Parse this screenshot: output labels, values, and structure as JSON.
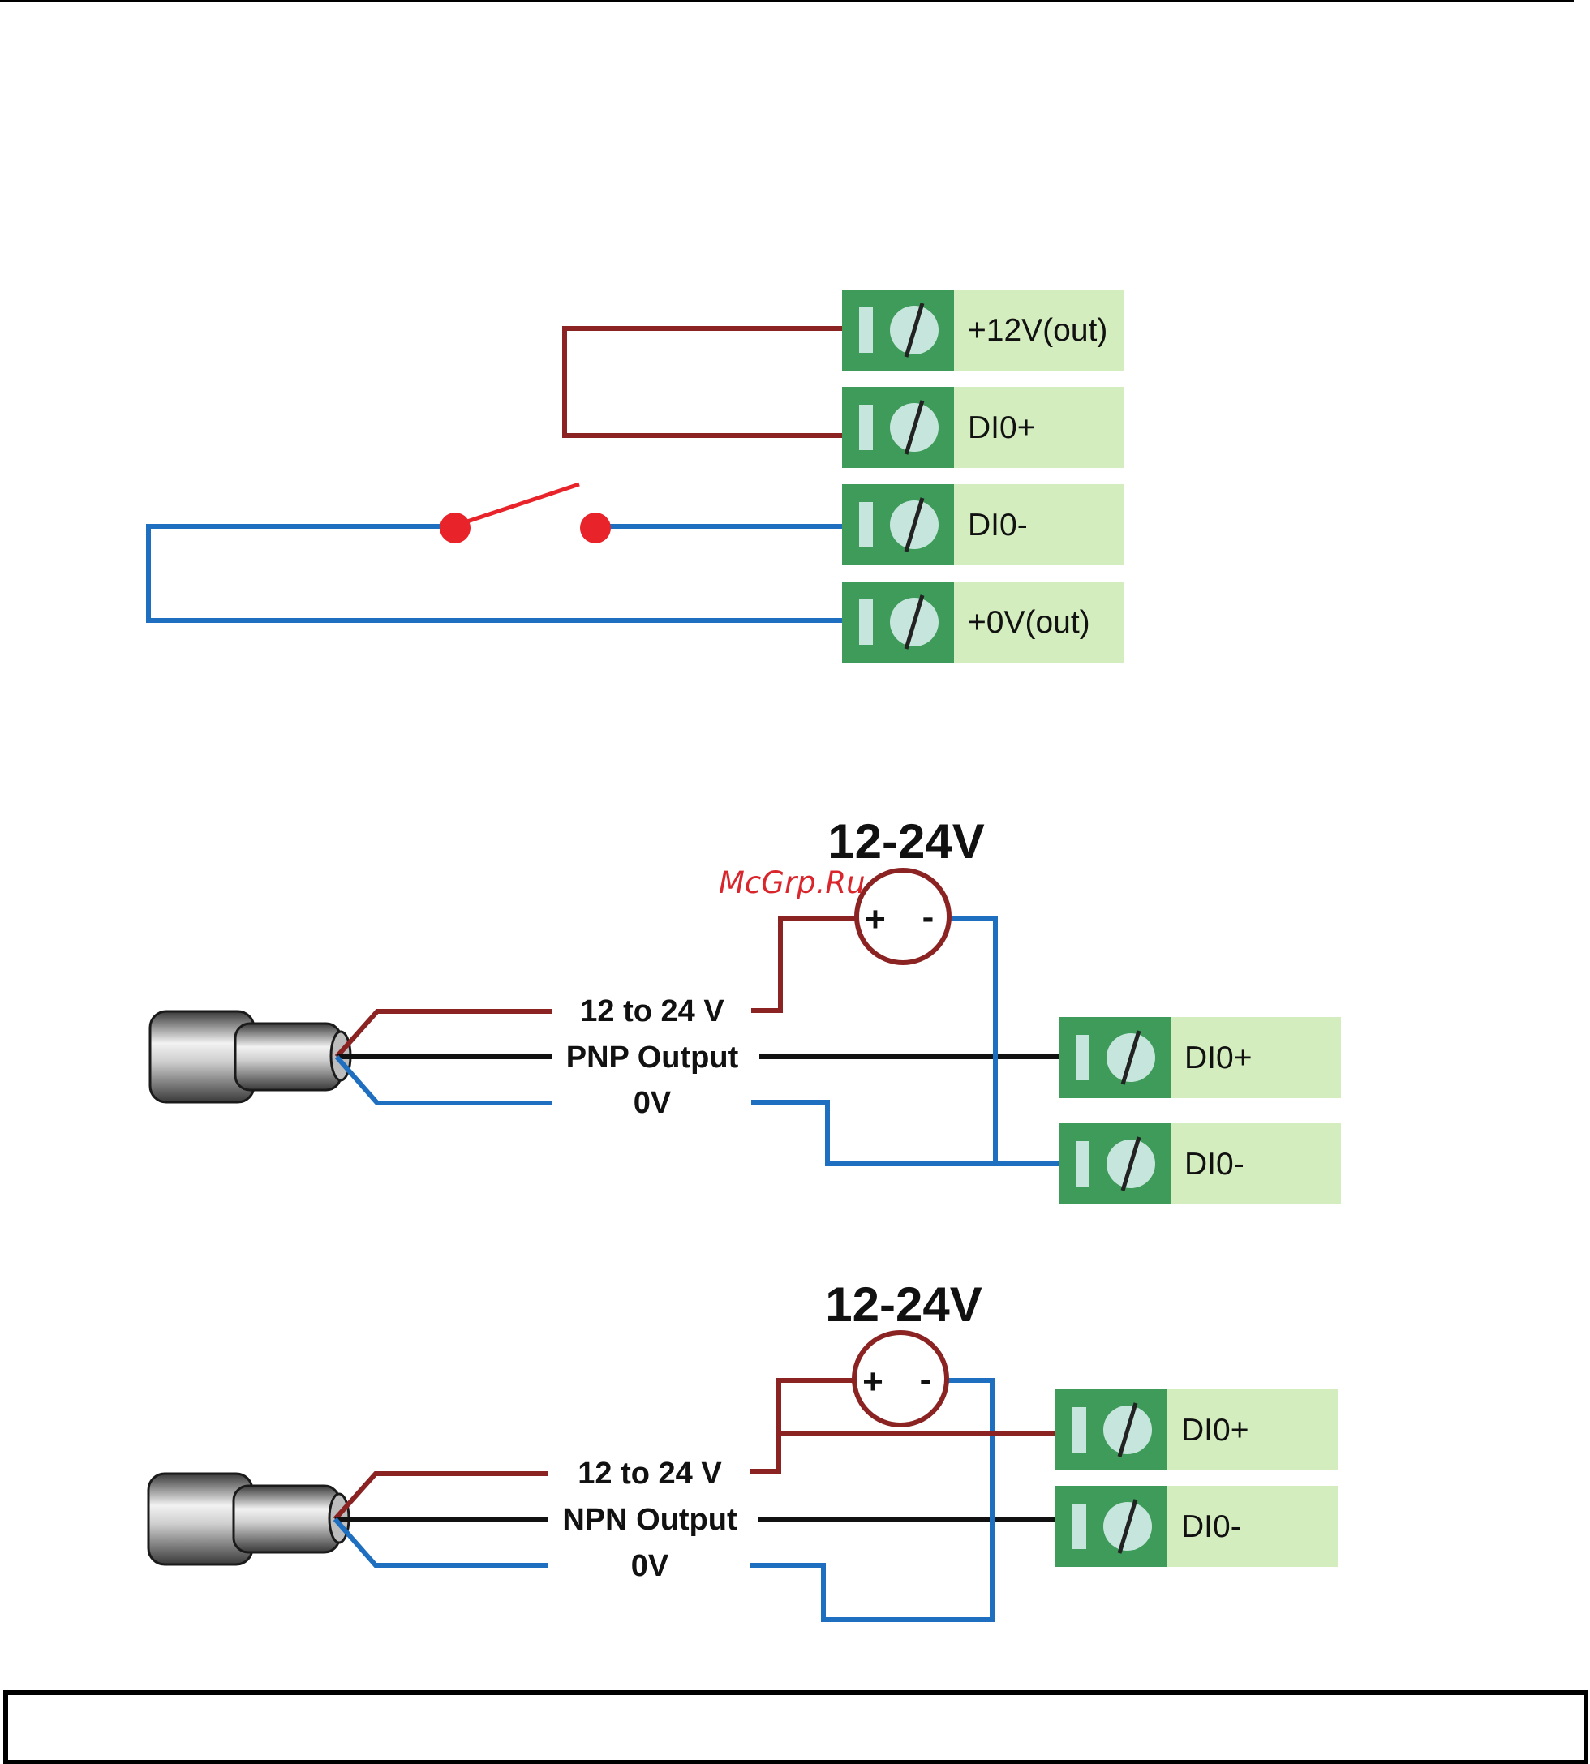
{
  "colors": {
    "terminal_dark": "#3E9B5A",
    "terminal_light": "#D3EDBE",
    "screw_face": "#C6E6DD",
    "wire_positive": "#8B2323",
    "wire_negative": "#1F6FC1",
    "wire_signal": "#111111",
    "switch": "#E8242A",
    "watermark": "#D9262C"
  },
  "watermark": "McGrp.Ru",
  "diagram1": {
    "terminals": [
      "+12V(out)",
      "DI0+",
      "DI0-",
      "+0V(out)"
    ]
  },
  "diagram2": {
    "supply_label": "12-24V",
    "supply_plus": "+",
    "supply_minus": "-",
    "wire_labels": [
      "12 to 24 V",
      "PNP Output",
      "0V"
    ],
    "terminals": [
      "DI0+",
      "DI0-"
    ]
  },
  "diagram3": {
    "supply_label": "12-24V",
    "supply_plus": "+",
    "supply_minus": "-",
    "wire_labels": [
      "12 to 24 V",
      "NPN Output",
      "0V"
    ],
    "terminals": [
      "DI0+",
      "DI0-"
    ]
  }
}
